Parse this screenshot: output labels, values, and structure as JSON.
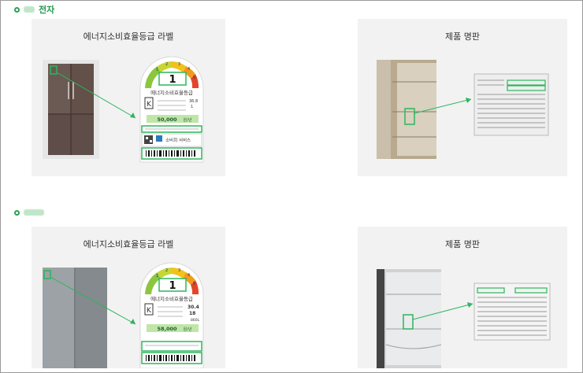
{
  "sections": [
    {
      "brand_suffix": "전자",
      "label_card": {
        "title": "에너지소비효율등급 라벨"
      },
      "plate_card": {
        "title": "제품 명판"
      },
      "label": {
        "grade": "1",
        "scale": [
          "1",
          "2",
          "3",
          "4",
          "5"
        ],
        "header": "에너지소비효율등급",
        "price": "50,000",
        "price_unit": "원/년",
        "service": "소비회 서비스",
        "values": [
          "36.8",
          "1"
        ]
      }
    },
    {
      "brand_suffix": "",
      "label_card": {
        "title": "에너지소비효율등급 라벨"
      },
      "plate_card": {
        "title": "제품 명판"
      },
      "label": {
        "grade": "1",
        "scale": [
          "1",
          "2",
          "3",
          "4",
          "5"
        ],
        "header": "에너지소비효율등급",
        "price": "58,000",
        "price_unit": "원/년",
        "service": "",
        "values": [
          "30.4",
          "18",
          "860L"
        ]
      }
    }
  ],
  "colors": {
    "accent": "#1f9a4c",
    "highlight": "#2db55d",
    "card_bg": "#f2f2f2"
  }
}
